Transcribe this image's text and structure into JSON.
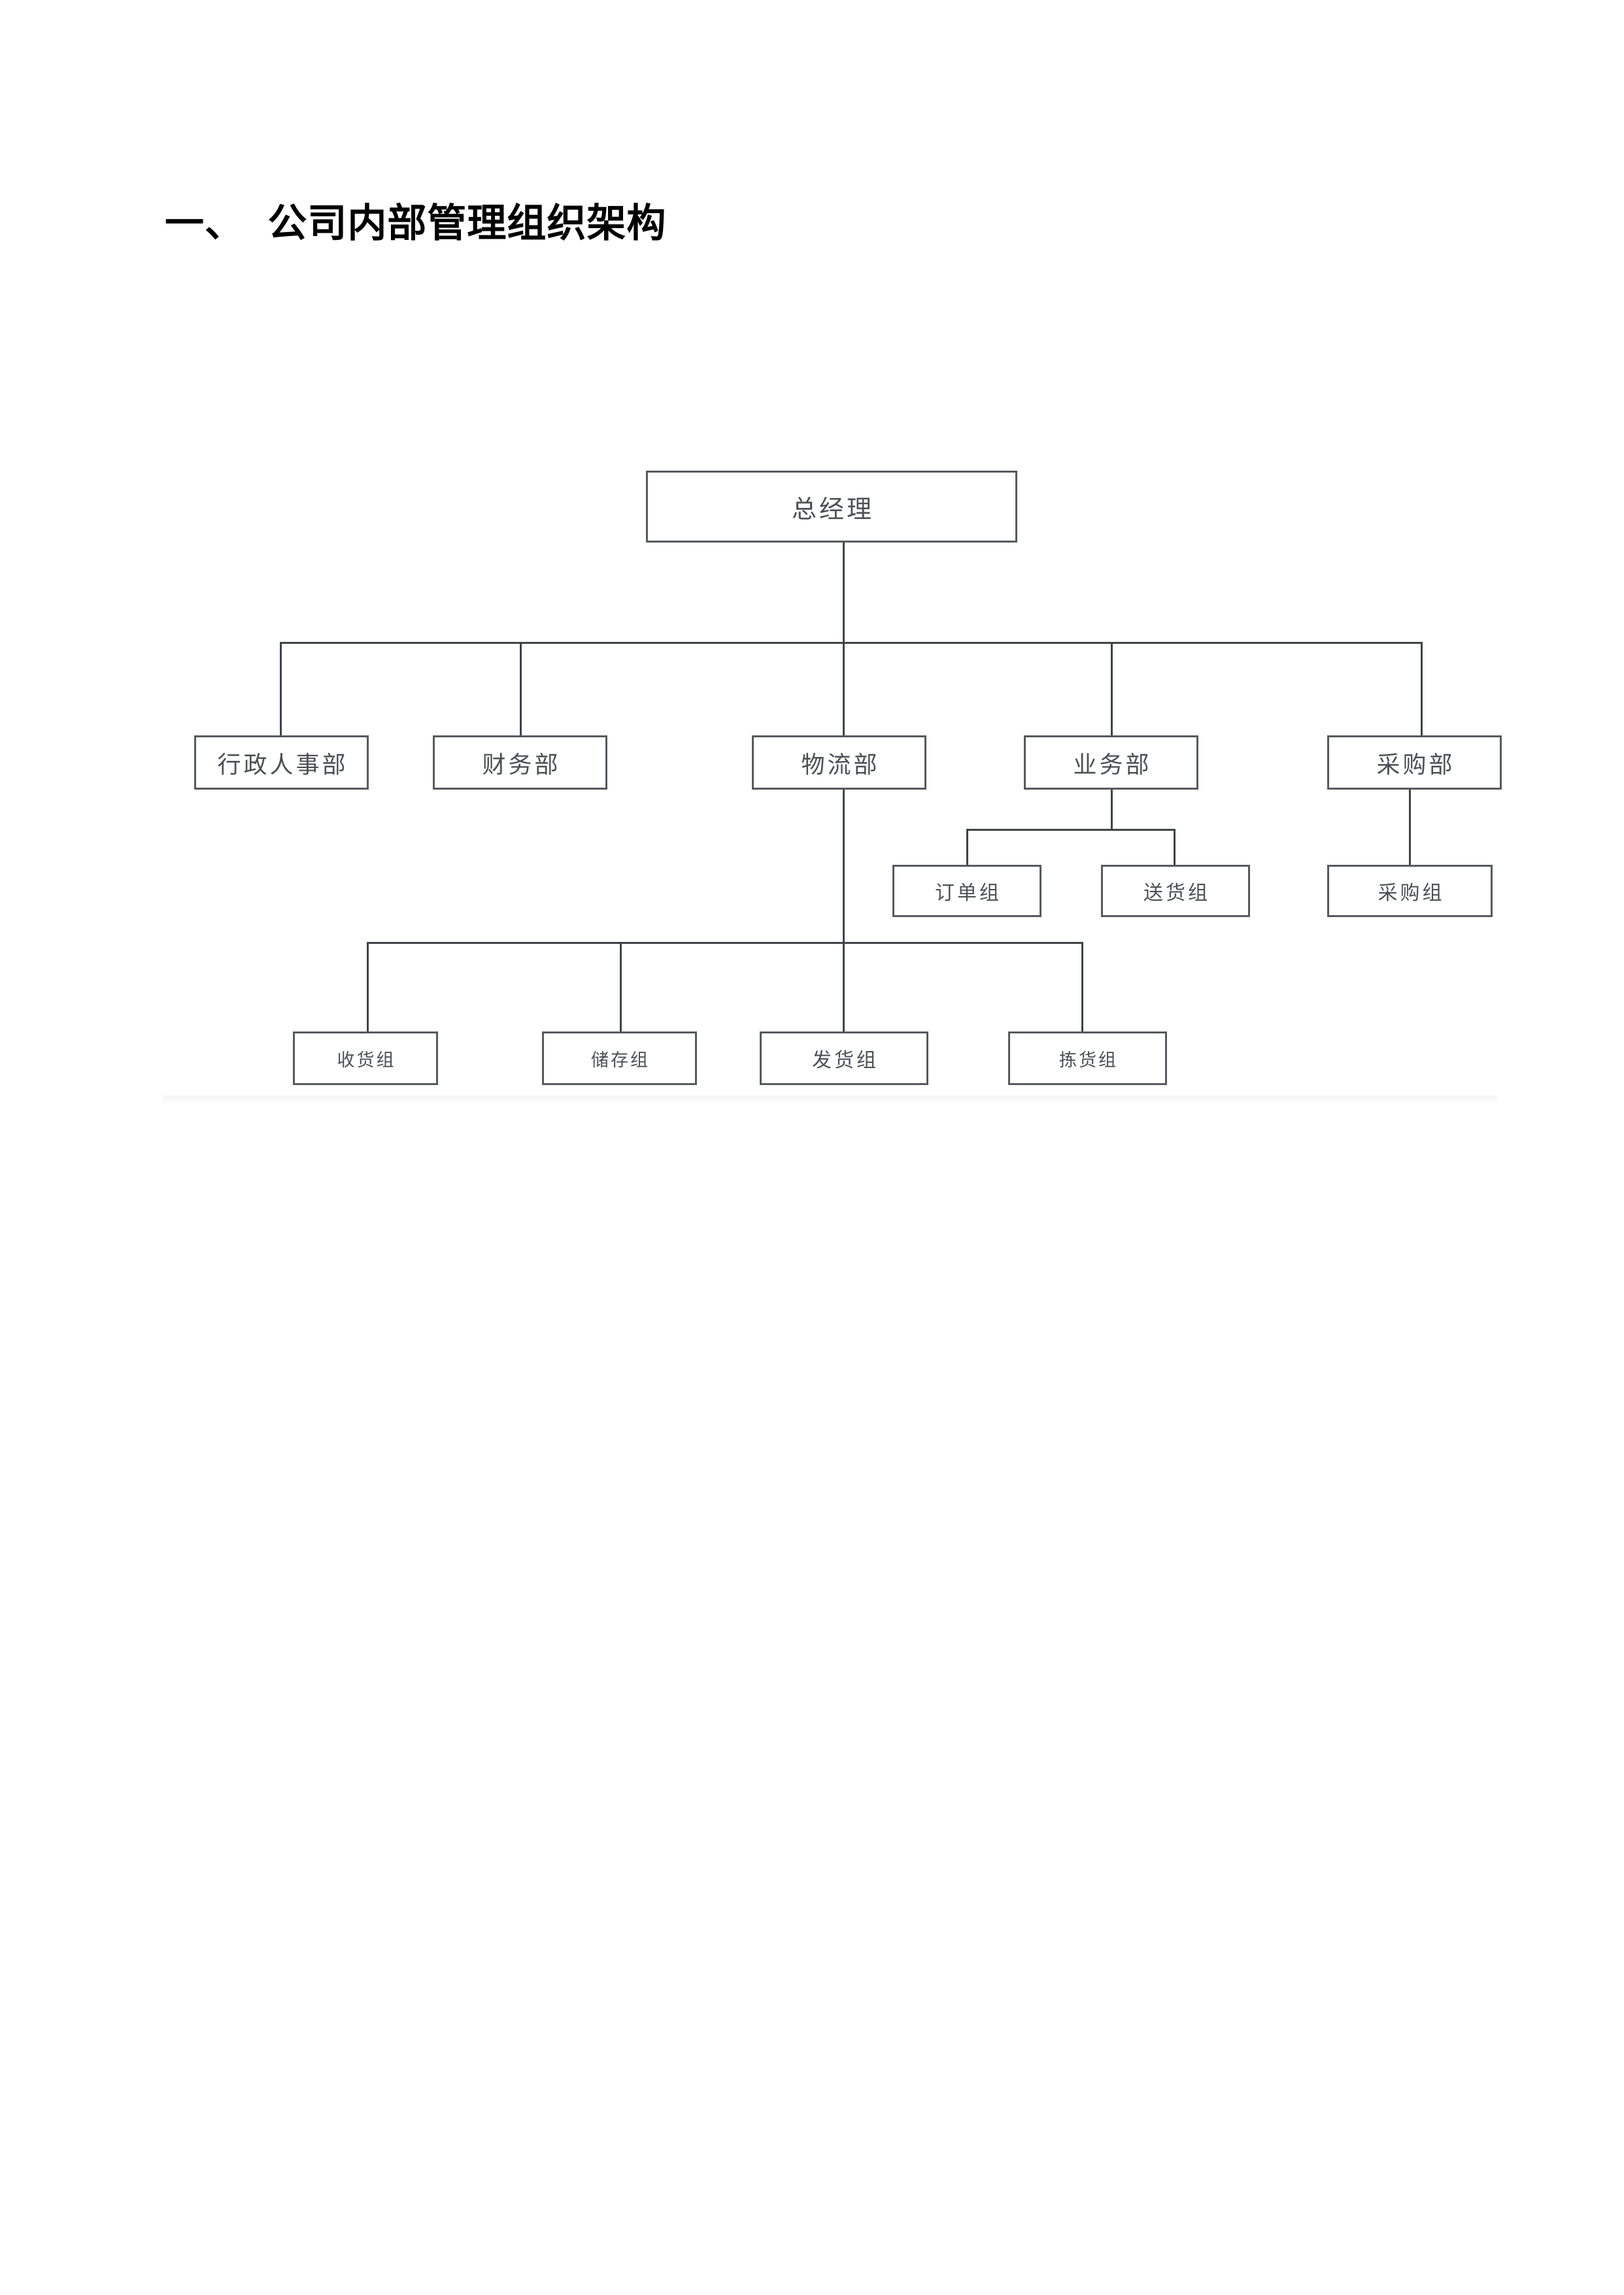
{
  "document": {
    "heading": "一、  公司内部管理组织架构"
  },
  "chart_data": {
    "type": "diagram",
    "subtype": "organization-chart",
    "title": "公司内部管理组织架构",
    "orientation": "top-down",
    "levels": 4,
    "nodes": [
      {
        "id": "gm",
        "label": "总经理",
        "level": 1,
        "parent": null
      },
      {
        "id": "admin-hr",
        "label": "行政人事部",
        "level": 2,
        "parent": "gm"
      },
      {
        "id": "finance",
        "label": "财务部",
        "level": 2,
        "parent": "gm"
      },
      {
        "id": "logistics",
        "label": "物流部",
        "level": 2,
        "parent": "gm"
      },
      {
        "id": "business",
        "label": "业务部",
        "level": 2,
        "parent": "gm"
      },
      {
        "id": "purchase",
        "label": "采购部",
        "level": 2,
        "parent": "gm"
      },
      {
        "id": "order",
        "label": "订单组",
        "level": 3,
        "parent": "business"
      },
      {
        "id": "delivery",
        "label": "送货组",
        "level": 3,
        "parent": "business"
      },
      {
        "id": "purch-grp",
        "label": "采购组",
        "level": 3,
        "parent": "purchase"
      },
      {
        "id": "receiving",
        "label": "收货组",
        "level": 3,
        "parent": "logistics"
      },
      {
        "id": "storage",
        "label": "储存组",
        "level": 3,
        "parent": "logistics"
      },
      {
        "id": "shipping",
        "label": "发货组",
        "level": 3,
        "parent": "logistics"
      },
      {
        "id": "picking",
        "label": "拣货组",
        "level": 3,
        "parent": "logistics"
      }
    ],
    "edges": [
      {
        "from": "gm",
        "to": "admin-hr"
      },
      {
        "from": "gm",
        "to": "finance"
      },
      {
        "from": "gm",
        "to": "logistics"
      },
      {
        "from": "gm",
        "to": "business"
      },
      {
        "from": "gm",
        "to": "purchase"
      },
      {
        "from": "business",
        "to": "order"
      },
      {
        "from": "business",
        "to": "delivery"
      },
      {
        "from": "purchase",
        "to": "purch-grp"
      },
      {
        "from": "logistics",
        "to": "receiving"
      },
      {
        "from": "logistics",
        "to": "storage"
      },
      {
        "from": "logistics",
        "to": "shipping"
      },
      {
        "from": "logistics",
        "to": "picking"
      }
    ],
    "colors": {
      "page_background": "#ffffff",
      "node_fill": "#ffffff",
      "node_border": "#565a5e",
      "node_text": "#4c5055",
      "connector": "#3f4347",
      "heading_text": "#000000"
    }
  }
}
